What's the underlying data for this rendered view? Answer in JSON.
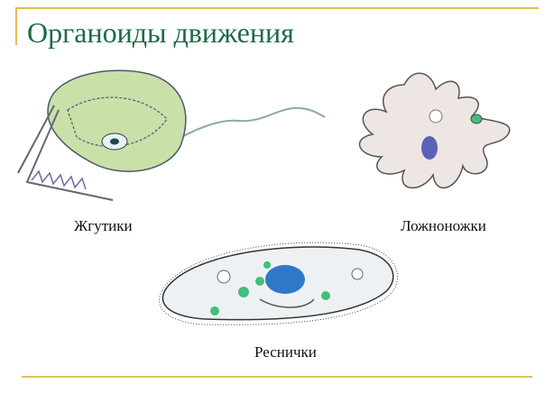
{
  "slide": {
    "title": "Органоиды движения",
    "labels": {
      "flagella": "Жгутики",
      "pseudopodia": "Ложноножки",
      "cilia": "Реснички"
    }
  },
  "colors": {
    "title": "#1d6b45",
    "accent_line": "#e2bf57"
  }
}
